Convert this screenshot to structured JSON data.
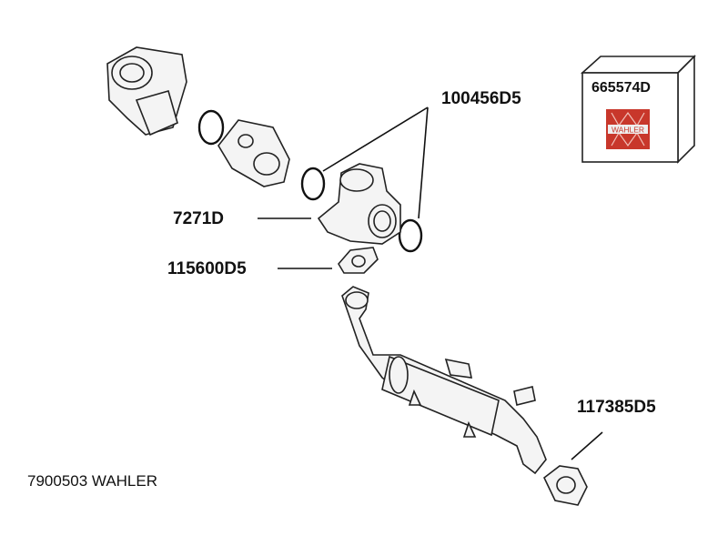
{
  "labels": {
    "seal_ring": "100456D5",
    "egr_valve": "7271D",
    "gasket_valve": "115600D5",
    "gasket_pipe": "117385D5",
    "kit_box": "665574D"
  },
  "brand_logo_text": "WAHLER",
  "footer": "7900503 WAHLER",
  "colors": {
    "logo_red": "#c8372b"
  }
}
